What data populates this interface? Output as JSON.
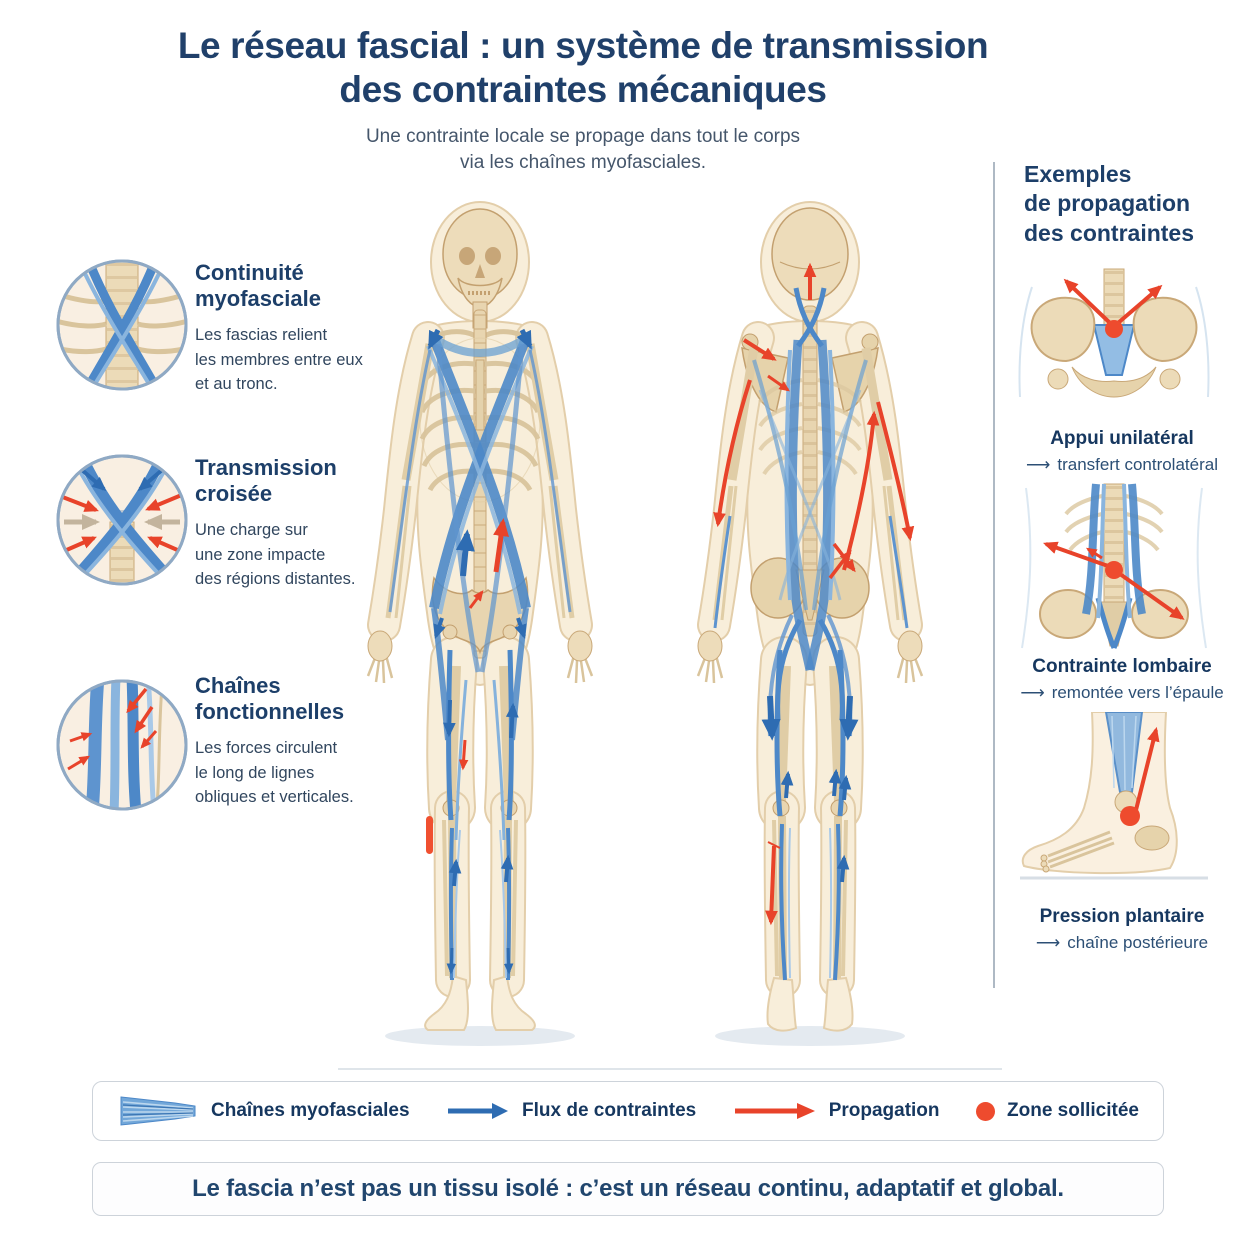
{
  "header": {
    "title": "Le réseau fascial : un système de transmission\ndes contraintes mécaniques",
    "subtitle": "Une contrainte locale se propage dans tout le corps\nvia les chaînes myofasciales."
  },
  "concepts": [
    {
      "title": "Continuité\nmyofasciale",
      "description": "Les fascias relient\nles membres entre eux\net au tronc.",
      "icon": "spine-fascia-crossing-icon"
    },
    {
      "title": "Transmission\ncroisée",
      "description": "Une charge sur\nune zone impacte\ndes régions distantes.",
      "icon": "crossed-forces-icon"
    },
    {
      "title": "Chaînes\nfonctionnelles",
      "description": "Les forces circulent\nle long de lignes\nobliques et verticales.",
      "icon": "oblique-vertical-lines-icon"
    }
  ],
  "examples_panel": {
    "heading": "Exemples\nde propagation\ndes contraintes",
    "examples": [
      {
        "title": "Appui unilatéral",
        "arrow": "⟶",
        "description": "transfert controlatéral",
        "icon": "pelvis-anterior-icon"
      },
      {
        "title": "Contrainte lombaire",
        "arrow": "⟶",
        "description": "remontée vers l’épaule",
        "icon": "lumbar-posterior-icon"
      },
      {
        "title": "Pression plantaire",
        "arrow": "⟶",
        "description": "chaîne postérieure",
        "icon": "foot-ankle-icon"
      }
    ]
  },
  "legend": {
    "items": [
      {
        "label": "Chaînes myofasciales",
        "icon": "fascia-band-icon"
      },
      {
        "label": "Flux de contraintes",
        "icon": "blue-arrow-icon"
      },
      {
        "label": "Propagation",
        "icon": "red-arrow-icon"
      },
      {
        "label": "Zone sollicitée",
        "icon": "red-dot-icon"
      }
    ]
  },
  "footer": {
    "text": "Le fascia n’est pas un tissu isolé : c’est un réseau continu, adaptatif et global."
  },
  "colors": {
    "title_navy": "#20406a",
    "body_text": "#31465e",
    "fascia_blue": "#4d88c8",
    "flux_blue": "#2e6cb2",
    "propagation_red": "#e8432a",
    "zone_red": "#ee4b2e",
    "bone": "#ecdbb8",
    "skin": "#f8eeda"
  }
}
